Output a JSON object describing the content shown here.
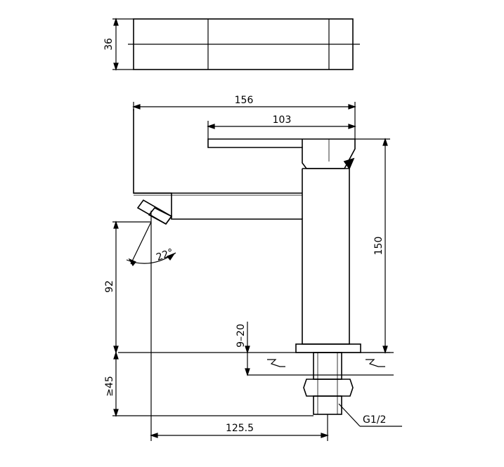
{
  "dimensions": {
    "depth": "36",
    "total_length": "156",
    "handle_length": "103",
    "height": "150",
    "spout_height": "92",
    "angle": "22°",
    "counter_thickness": "9–20",
    "min_under_clearance": "≥45",
    "spout_reach": "125.5",
    "thread": "G1/2"
  },
  "colors": {
    "line": "#000000",
    "background": "#ffffff"
  }
}
